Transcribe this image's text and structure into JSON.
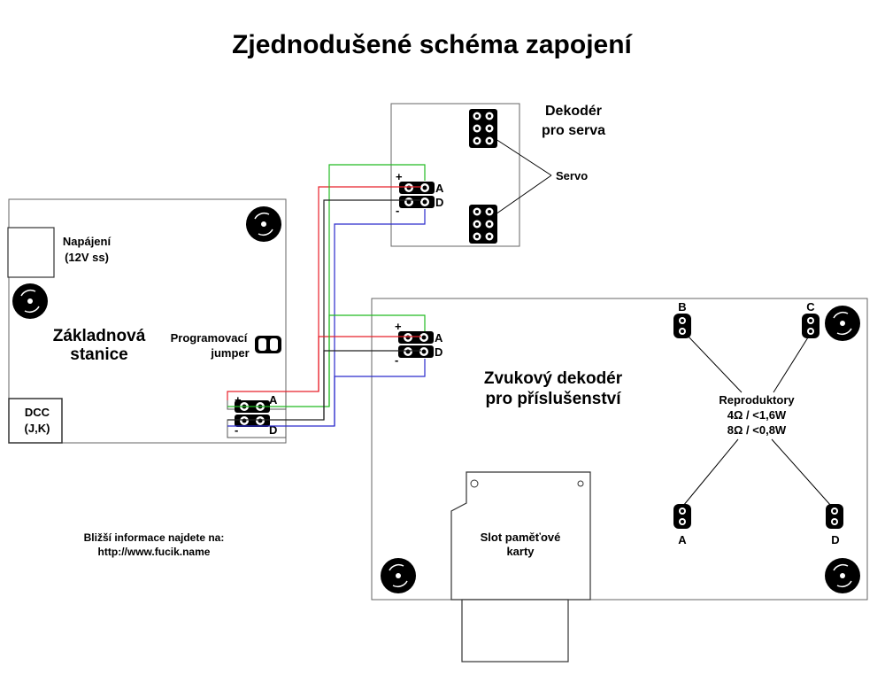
{
  "title": "Zjednodušené schéma zapojení",
  "base_station": {
    "label_line1": "Základnová",
    "label_line2": "stanice",
    "power_line1": "Napájení",
    "power_line2": "(12V ss)",
    "jumper_line1": "Programovací",
    "jumper_line2": "jumper",
    "dcc_line1": "DCC",
    "dcc_line2": "(J,K)",
    "out_plus": "+",
    "out_minus": "-",
    "out_a": "A",
    "out_d": "D"
  },
  "servo_decoder": {
    "label_line1": "Dekodér",
    "label_line2": "pro serva",
    "servo_label": "Servo",
    "in_plus": "+",
    "in_minus": "-",
    "in_a": "A",
    "in_d": "D"
  },
  "sound_decoder": {
    "label_line1": "Zvukový dekodér",
    "label_line2": "pro příslušenství",
    "in_plus": "+",
    "in_minus": "-",
    "in_a": "A",
    "in_d": "D",
    "speakers_title": "Reproduktory",
    "speakers_spec1": "4Ω / <1,6W",
    "speakers_spec2": "8Ω / <0,8W",
    "speaker_b": "B",
    "speaker_c": "C",
    "speaker_a": "A",
    "speaker_d": "D",
    "card_line1": "Slot paměťové",
    "card_line2": "karty"
  },
  "footer": {
    "info_line1": "Bližší informace najdete na:",
    "info_line2": "http://www.fucik.name"
  },
  "colors": {
    "wire_red": "#e8202a",
    "wire_green": "#22bb22",
    "wire_blue": "#2a2acc",
    "wire_black": "#222222"
  }
}
